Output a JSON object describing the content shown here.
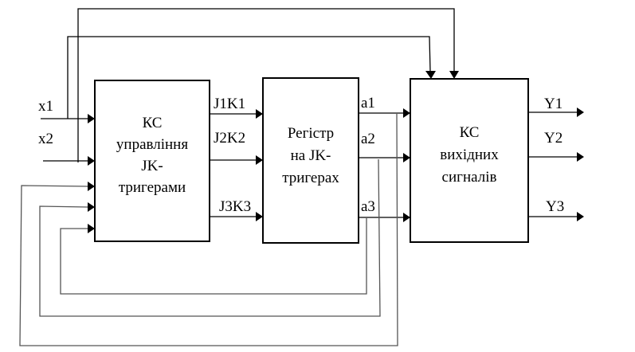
{
  "diagram": {
    "type": "block-diagram",
    "blocks": [
      {
        "id": "control",
        "lines": [
          "КС",
          "управління",
          "JK-",
          "тригерами"
        ]
      },
      {
        "id": "register",
        "lines": [
          "Регістр",
          "на JK-",
          "тригерах"
        ]
      },
      {
        "id": "output",
        "lines": [
          "КС",
          "вихідних",
          "сигналів"
        ]
      }
    ],
    "inputs": [
      "x1",
      "x2"
    ],
    "control_signals": [
      "J1K1",
      "J2K2",
      "J3K3"
    ],
    "state_signals": [
      "a1",
      "a2",
      "a3"
    ],
    "outputs": [
      "Y1",
      "Y2",
      "Y3"
    ]
  }
}
